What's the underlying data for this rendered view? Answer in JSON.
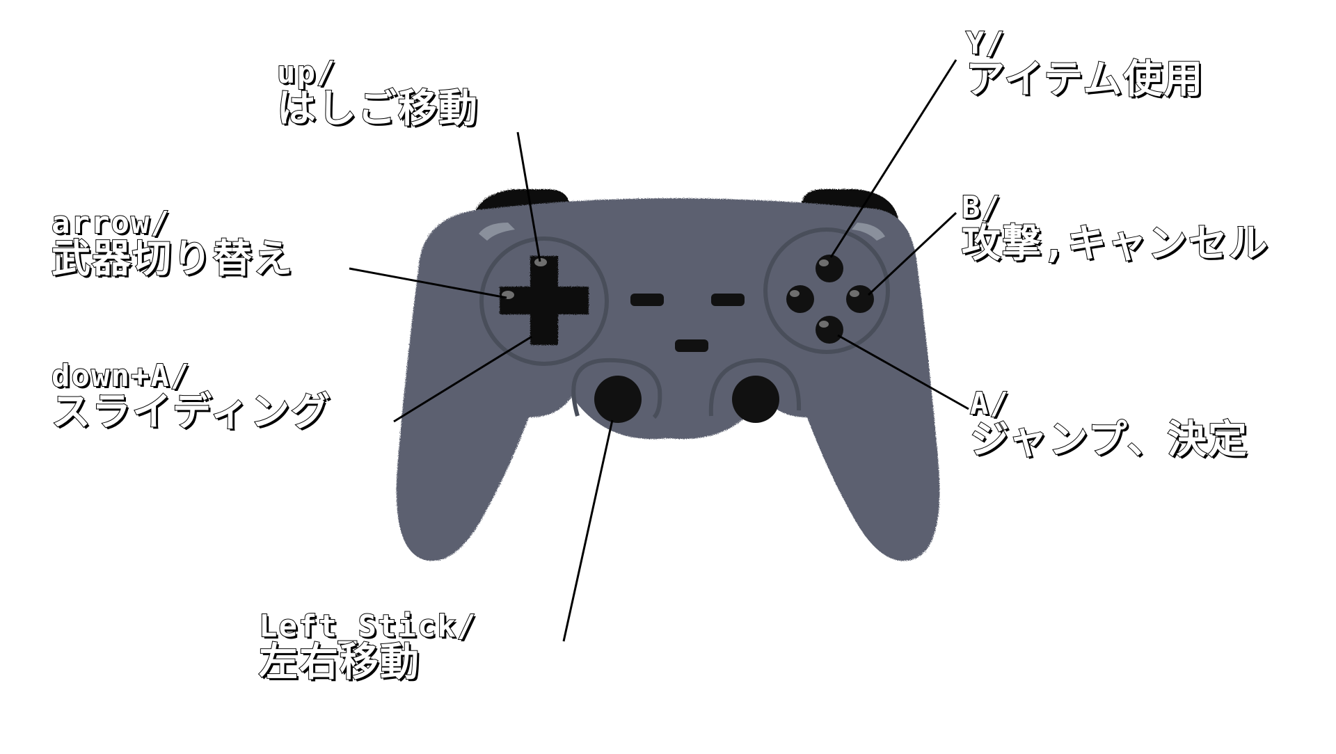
{
  "colors": {
    "background": "#ffffff",
    "controller_body": "#5b6170",
    "controller_shade": "#4a4f5c",
    "button_black": "#111111",
    "leader_line": "#000000",
    "label_fill": "#ffffff",
    "label_outline": "#000000"
  },
  "labels": {
    "up": {
      "key": "up/",
      "action": "はしご移動"
    },
    "arrow": {
      "key": "arrow/",
      "action": "武器切り替え"
    },
    "down_a": {
      "key": "down+A/",
      "action": "スライディング"
    },
    "left_stick": {
      "key": "Left_Stick/",
      "action": "左右移動"
    },
    "y": {
      "key": "Y/",
      "action": "アイテム使用"
    },
    "b": {
      "key": "B/",
      "action": "攻撃,キャンセル"
    },
    "a": {
      "key": "A/",
      "action": "ジャンプ、決定"
    }
  }
}
